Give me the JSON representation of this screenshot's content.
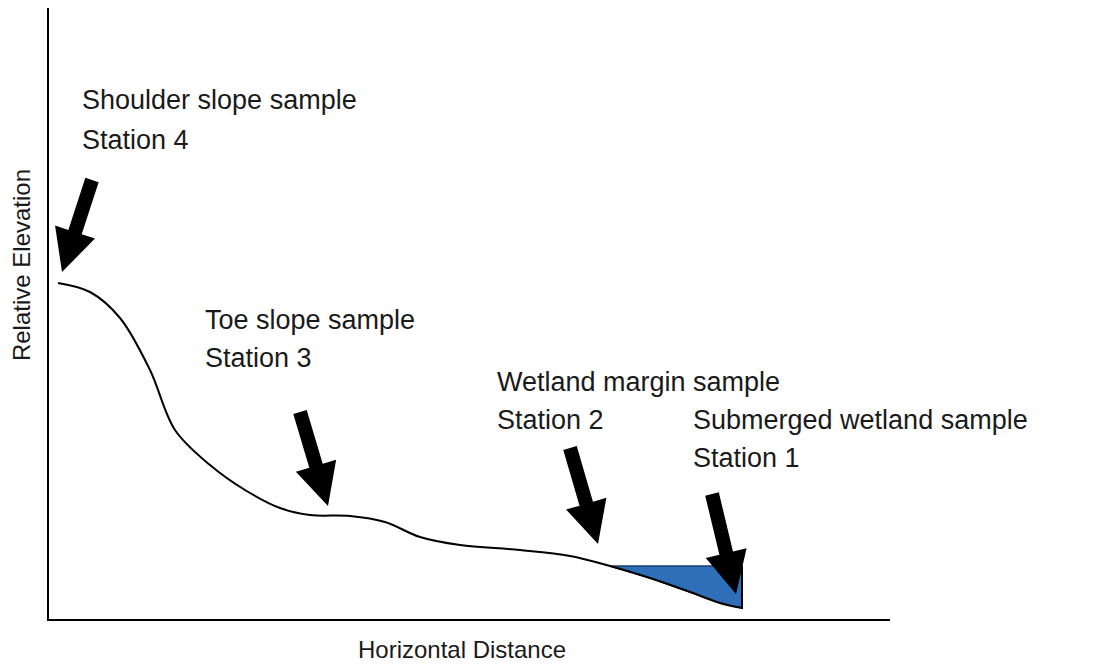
{
  "diagram": {
    "labels": [
      "Shoulder slope sample",
      "Station 4",
      "Toe slope sample",
      "Station 3",
      "Wetland margin sample",
      "Station 2",
      "Submerged wetland sample",
      "Station 1",
      "Relative Elevation",
      "Horizontal Distance"
    ]
  }
}
